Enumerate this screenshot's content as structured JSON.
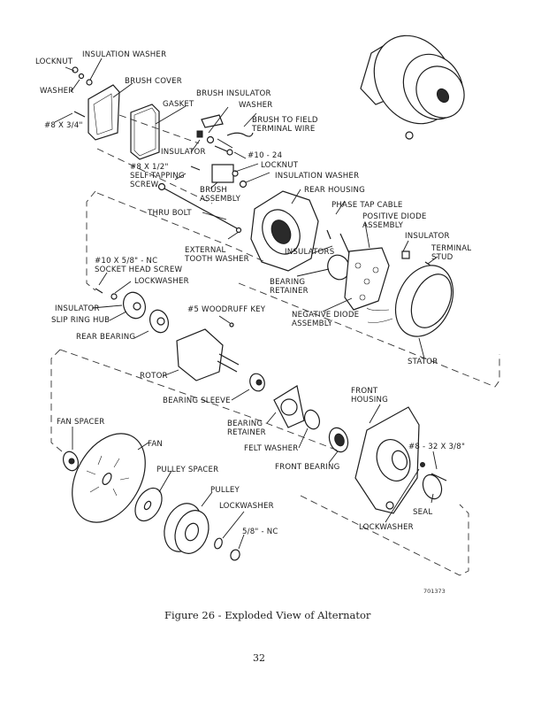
{
  "figure": {
    "caption": "Figure 26 - Exploded View of Alternator",
    "figure_id": "701373",
    "page_number": "32"
  },
  "labels": {
    "locknut_top": "LOCKNUT",
    "insulation_washer_top": "INSULATION WASHER",
    "washer_top": "WASHER",
    "brush_cover": "BRUSH COVER",
    "screw_8x3_4": "#8 x 3/4\"",
    "gasket": "GASKET",
    "brush_insulator": "BRUSH INSULATOR",
    "washer_mid": "WASHER",
    "brush_to_field_wire": "BRUSH TO FIELD\nTERMINAL WIRE",
    "insulator_mid": "INSULATOR",
    "screw_10_24": "#10 - 24",
    "locknut_mid": "LOCKNUT",
    "insulation_washer_mid": "INSULATION WASHER",
    "self_tapping_screw": "#8 x 1/2\"\nSELF-TAPPING\nSCREW",
    "brush_assembly": "BRUSH\nASSEMBLY",
    "rear_housing": "REAR HOUSING",
    "phase_tap_cable": "PHASE TAP CABLE",
    "positive_diode_assembly": "POSITIVE DIODE\nASSEMBLY",
    "thru_bolt": "THRU BOLT",
    "insulator_right": "INSULATOR",
    "terminal_stud": "TERMINAL\nSTUD",
    "external_tooth_washer": "EXTERNAL\nTOOTH WASHER",
    "insulators": "INSULATORS",
    "socket_head_screw": "#10 x 5/8\" - NC\nSOCKET HEAD SCREW",
    "lockwasher_left": "LOCKWASHER",
    "bearing_retainer_rear": "BEARING\nRETAINER",
    "insulator_left": "INSULATOR",
    "slip_ring_hub": "SLIP RING HUB",
    "woodruff_key": "#5 WOODRUFF KEY",
    "negative_diode_assembly": "NEGATIVE DIODE\nASSEMBLY",
    "rear_bearing": "REAR BEARING",
    "stator": "STATOR",
    "rotor": "ROTOR",
    "front_housing": "FRONT\nHOUSING",
    "bearing_sleeve": "BEARING SLEEVE",
    "fan_spacer": "FAN SPACER",
    "bearing_retainer_front": "BEARING\nRETAINER",
    "fan": "FAN",
    "felt_washer": "FELT WASHER",
    "screw_8_32": "#8 - 32 x 3/8\"",
    "front_bearing": "FRONT BEARING",
    "pulley_spacer": "PULLEY SPACER",
    "pulley": "PULLEY",
    "lockwasher_pulley": "LOCKWASHER",
    "seal": "SEAL",
    "nut_5_8": "5/8\" - NC",
    "lockwasher_front": "LOCKWASHER"
  }
}
